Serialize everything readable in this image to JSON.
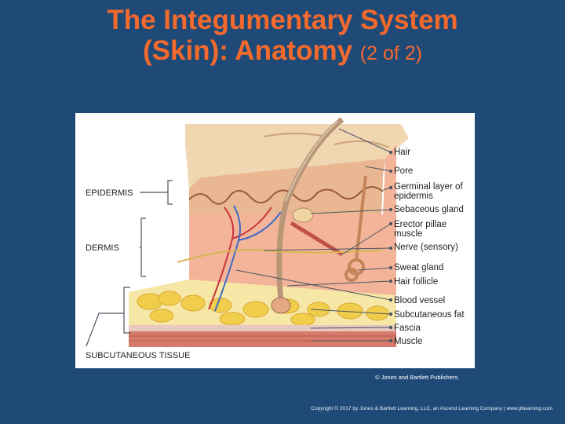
{
  "slide": {
    "title_line1": "The Integumentary System",
    "title_line2": "(Skin): Anatomy",
    "title_suffix": "(2 of 2)",
    "credit": "© Jones and Bartlett Publishers.",
    "footer": "Copyright © 2017 by Jones & Bartlett Learning, LLC, an Ascend Learning Company  |  www.jblearning.com",
    "colors": {
      "background": "#1f4a78",
      "title": "#f4692c"
    }
  },
  "diagram": {
    "left_labels": {
      "epidermis": "EPIDERMIS",
      "dermis": "DERMIS",
      "subcutaneous": "SUBCUTANEOUS TISSUE"
    },
    "right_labels": {
      "hair": "Hair",
      "pore": "Pore",
      "germinal_1": "Germinal layer of",
      "germinal_2": "epidermis",
      "sebaceous": "Sebaceous gland",
      "erector_1": "Erector pillae",
      "erector_2": "muscle",
      "nerve": "Nerve (sensory)",
      "sweat": "Sweat gland",
      "follicle": "Hair follicle",
      "blood": "Blood vessel",
      "subfat": "Subcutaneous fat",
      "fascia": "Fascia",
      "muscle": "Muscle"
    }
  }
}
